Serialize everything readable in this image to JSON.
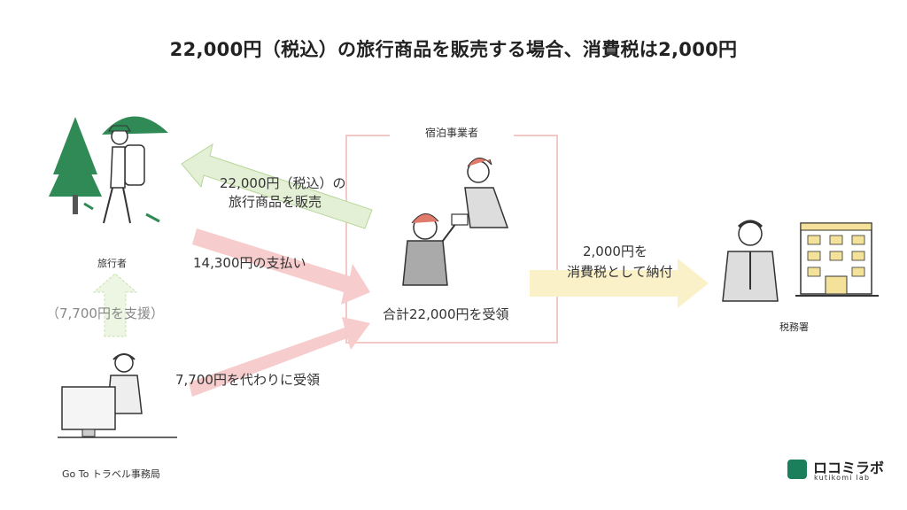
{
  "title": "22,000円（税込）の旅行商品を販売する場合、消費税は2,000円",
  "box_title": "宿泊事業者",
  "actors": {
    "traveler": "旅行者",
    "goto_office": "Go To トラベル事務局",
    "tax_office": "税務署"
  },
  "arrows": {
    "sell_line1": "22,000円（税込）の",
    "sell_line2": "旅行商品を販売",
    "pay": "14,300円の支払い",
    "support": "（7,700円を支援）",
    "receive_instead": "7,700円を代わりに受領",
    "total_received": "合計22,000円を受領",
    "tax_line1": "2,000円を",
    "tax_line2": "消費税として納付"
  },
  "logo": {
    "name": "ロコミラボ",
    "sub": "kutikomi lab"
  },
  "colors": {
    "green_arrow": "#e4f0d6",
    "green_arrow_stroke": "#b8d69a",
    "pink_arrow": "#f6cccc",
    "yellow_arrow": "#fbf1c8",
    "box_border": "#f1c9c6",
    "brand": "#1a7f5a"
  }
}
